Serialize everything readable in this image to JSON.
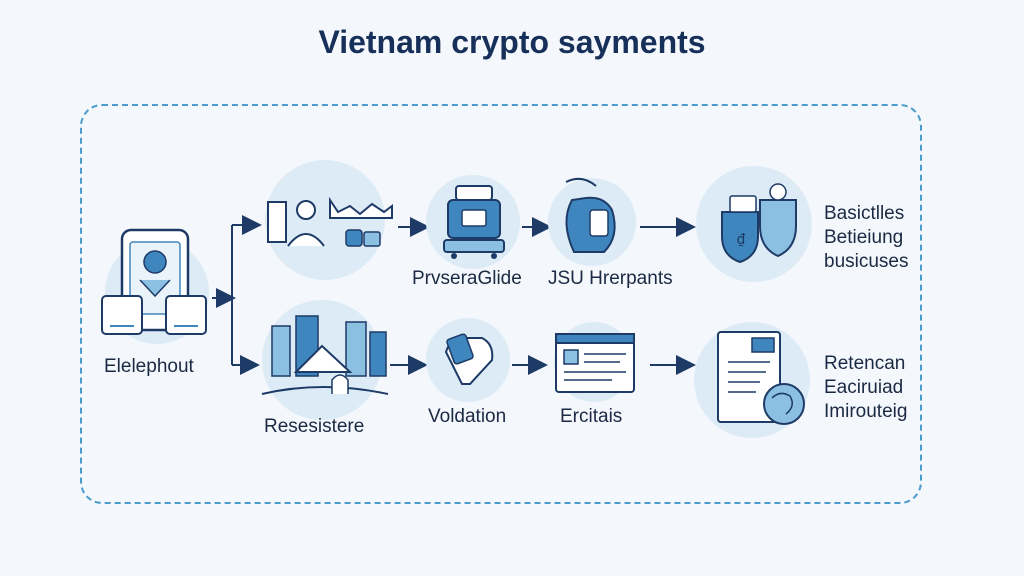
{
  "title": "Vietnam crypto sayments",
  "nodes": {
    "start_label": "Elelephout",
    "top_2_label": "PrvseraGlide",
    "top_3_label": "JSU Hrerpants",
    "top_end_lines": [
      "Basictlles",
      "Betieiung",
      "busicuses"
    ],
    "bottom_1_label": "Resesistere",
    "bottom_2_label": "Voldation",
    "bottom_3_label": "Ercitais",
    "bottom_end_lines": [
      "Retencan",
      "Eaciruiad",
      "Imirouteig"
    ]
  },
  "icons": {
    "start": "phone-crypto-icon",
    "top_1": "people-landmark-icon",
    "top_2": "crypto-machine-icon",
    "top_3": "head-profile-icon",
    "top_end": "shield-money-icon",
    "bottom_1": "city-skyline-icon",
    "bottom_2": "hand-card-icon",
    "bottom_3": "document-screen-icon",
    "bottom_end": "paper-globe-icon"
  },
  "colors": {
    "title": "#17305a",
    "frame": "#4a9ccc",
    "circle_fill": "#dcebf6",
    "icon_dark": "#1d3b66",
    "icon_mid": "#3f86bf",
    "icon_light": "#8cc0e3"
  }
}
